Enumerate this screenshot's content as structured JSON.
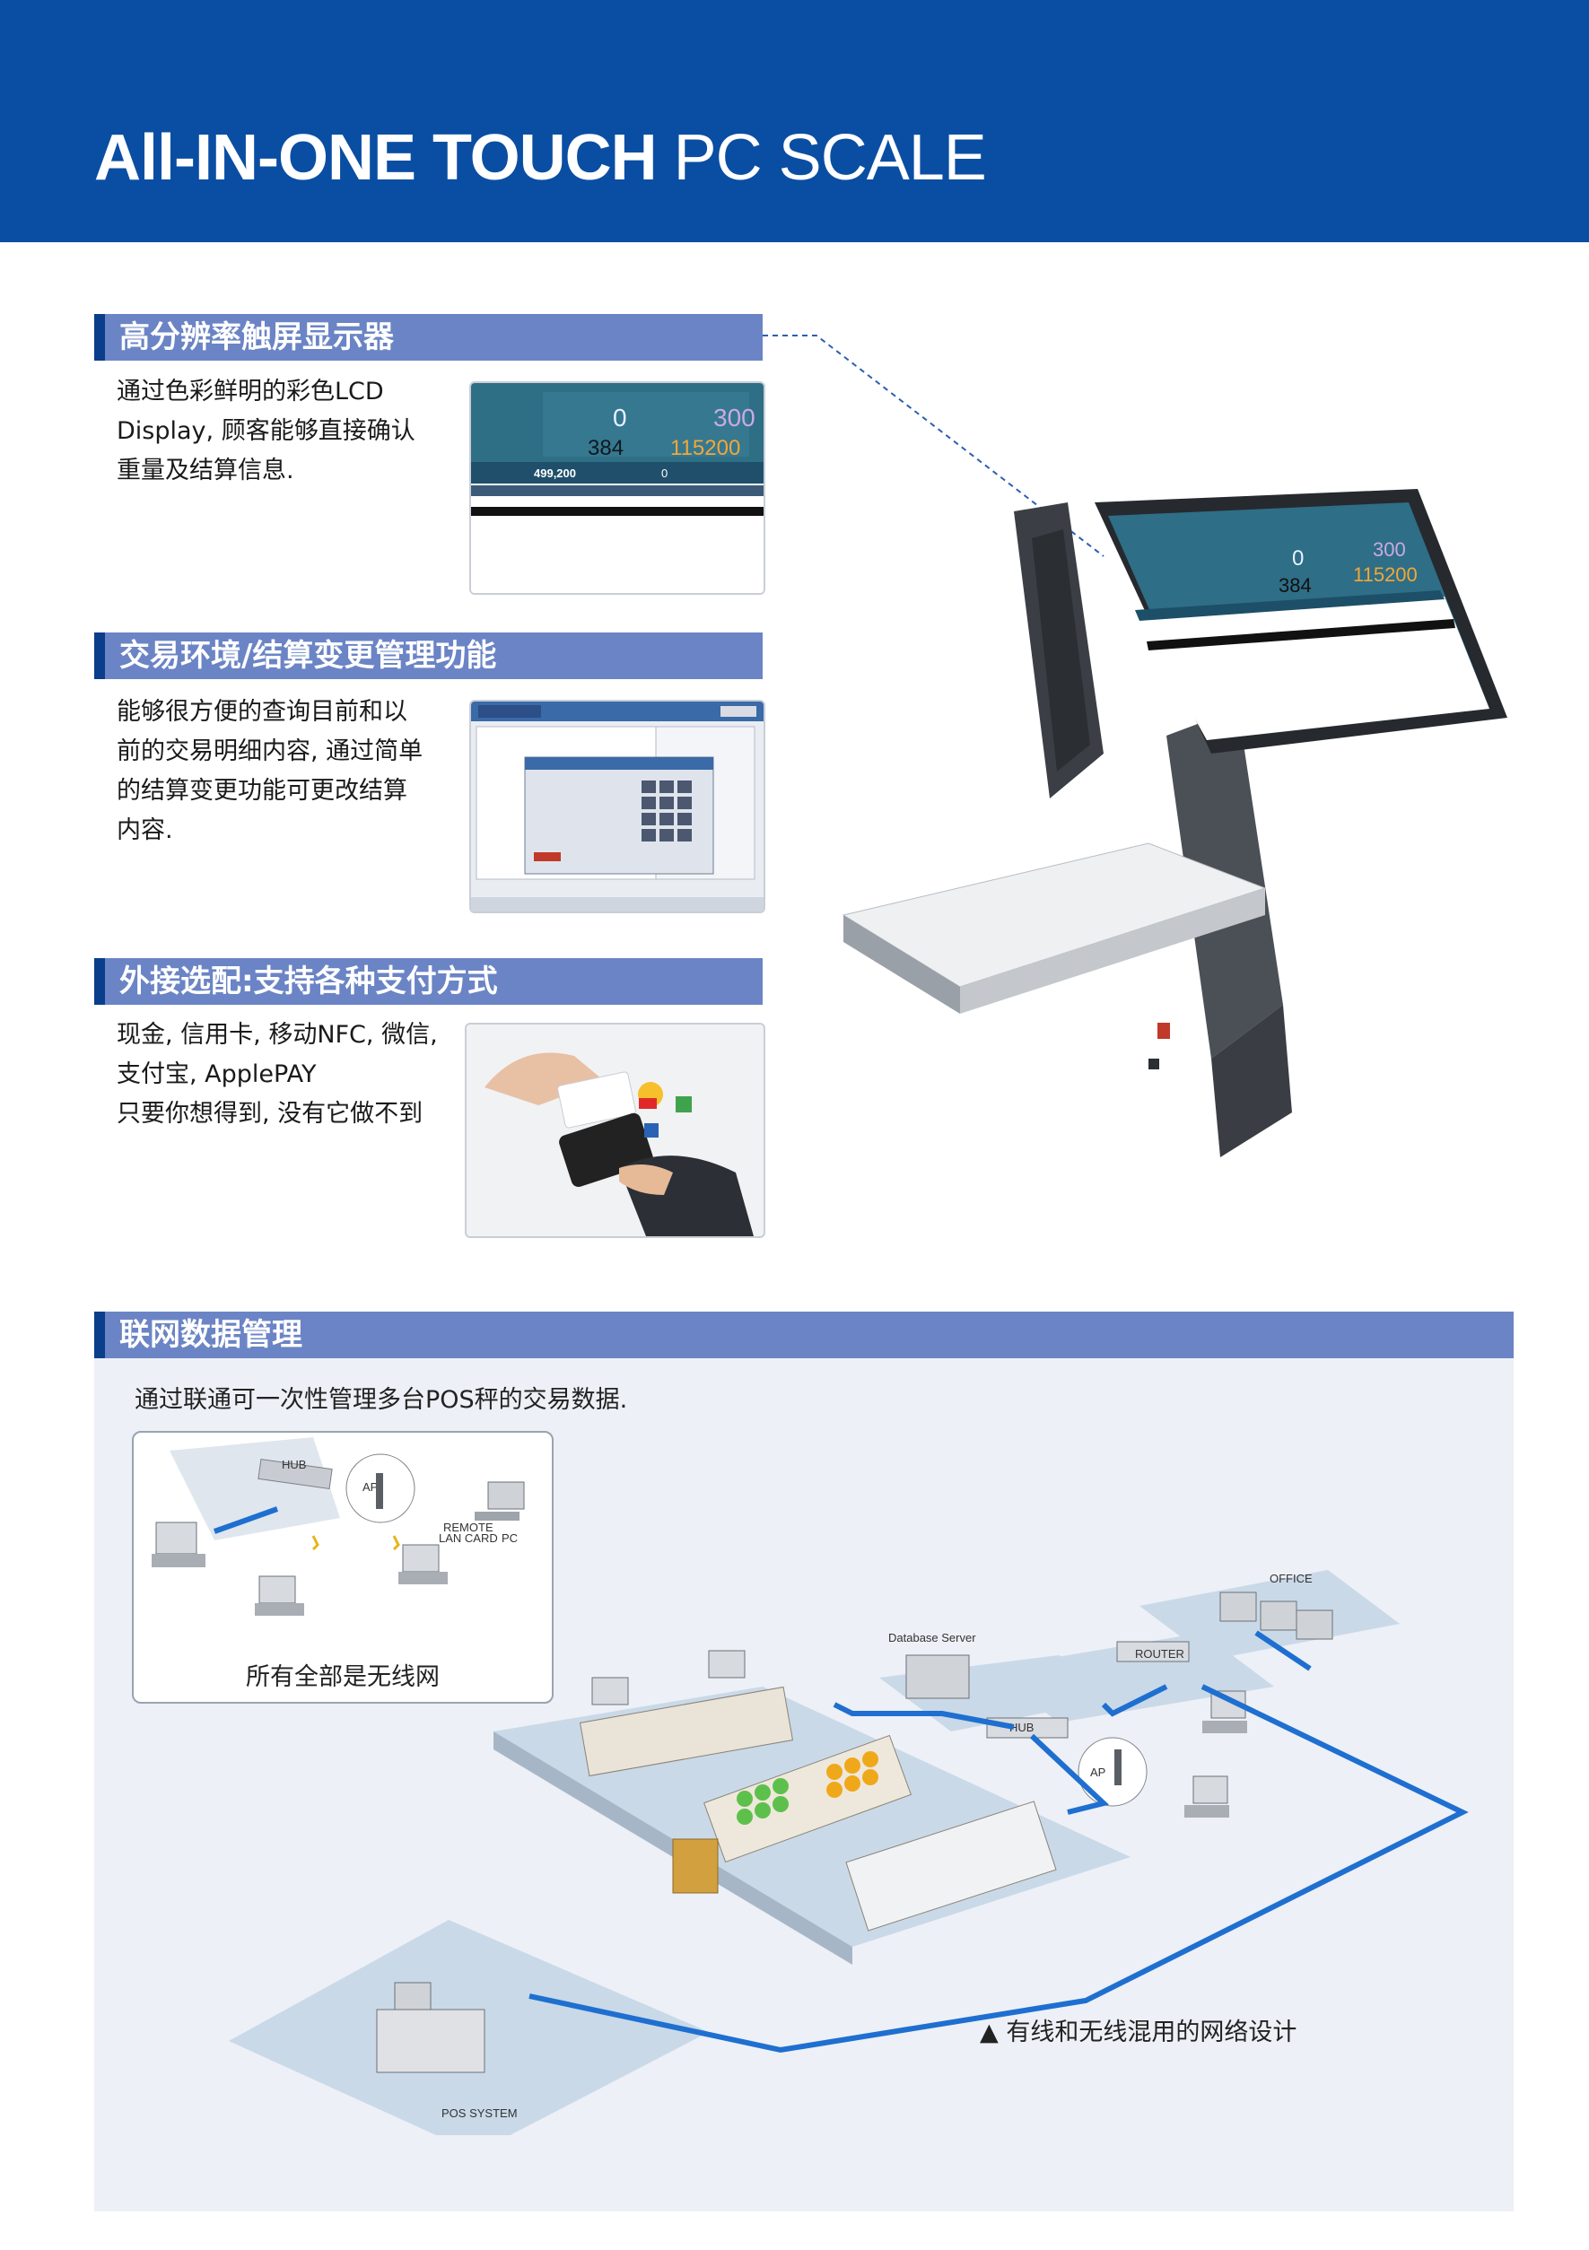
{
  "header": {
    "title_bold": "All-IN-ONE TOUCH",
    "title_light": " PC SCALE"
  },
  "sections": [
    {
      "heading": "高分辨率触屏显示器",
      "lines": [
        "通过色彩鲜明的彩色LCD",
        "Display, 顾客能够直接确认",
        "重量及结算信息."
      ]
    },
    {
      "heading": "交易环境/结算变更管理功能",
      "lines": [
        "能够很方便的查询目前和以",
        "前的交易明细内容, 通过简单",
        "的结算变更功能可更改结算",
        "内容."
      ]
    },
    {
      "heading": "外接选配:支持各种支付方式",
      "lines": [
        "现金, 信用卡, 移动NFC, 微信,",
        "支付宝, ApplePAY",
        "只要你想得到, 没有它做不到"
      ]
    }
  ],
  "display_screen": {
    "big_left": "0",
    "big_right": "300",
    "weight": "384",
    "total": "115200",
    "total_label_value": "499,200",
    "zero": "0"
  },
  "network": {
    "heading": "联网数据管理",
    "intro": "通过联通可一次性管理多台POS秤的交易数据.",
    "inset_caption": "所有全部是无线网",
    "inset_labels": {
      "hub": "HUB",
      "ap": "AP",
      "remote": "REMOTE",
      "lan_card": "LAN CARD",
      "pc": "PC"
    },
    "diagram_labels": {
      "office": "OFFICE",
      "router": "ROUTER",
      "database": "Database Server",
      "hub": "HUB",
      "ap": "AP",
      "pos": "POS SYSTEM"
    },
    "caption": "▲ 有线和无线混用的网络设计"
  },
  "colors": {
    "brand_blue": "#0a4ea3",
    "section_bar": "#6b84c5",
    "link_blue": "#1e6fd0"
  }
}
